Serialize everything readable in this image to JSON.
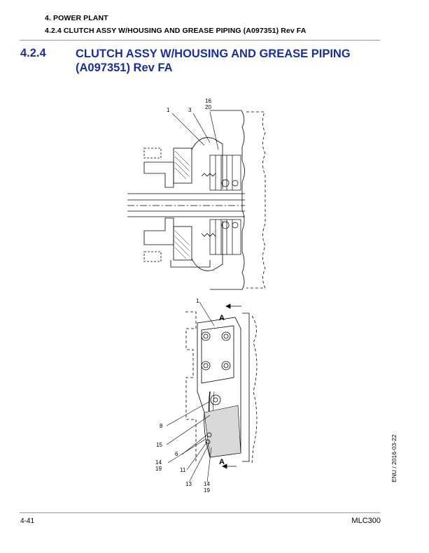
{
  "header": {
    "section": "4. POWER PLANT",
    "subsection": "4.2.4 CLUTCH ASSY W/HOUSING AND GREASE PIPING (A097351) Rev FA"
  },
  "title": {
    "number": "4.2.4",
    "text": "CLUTCH ASSY W/HOUSING AND GREASE PIPING (A097351) Rev FA"
  },
  "figure_top": {
    "callouts": [
      "1",
      "3",
      "16",
      "20"
    ]
  },
  "figure_bottom": {
    "view_markers": [
      "A",
      "A"
    ],
    "callouts": [
      "1",
      "8",
      "15",
      "6",
      "14",
      "19",
      "11",
      "13",
      "14",
      "19"
    ]
  },
  "side_text": "ENU / 2016-03-22",
  "footer": {
    "page": "4-41",
    "model": "MLC300"
  }
}
